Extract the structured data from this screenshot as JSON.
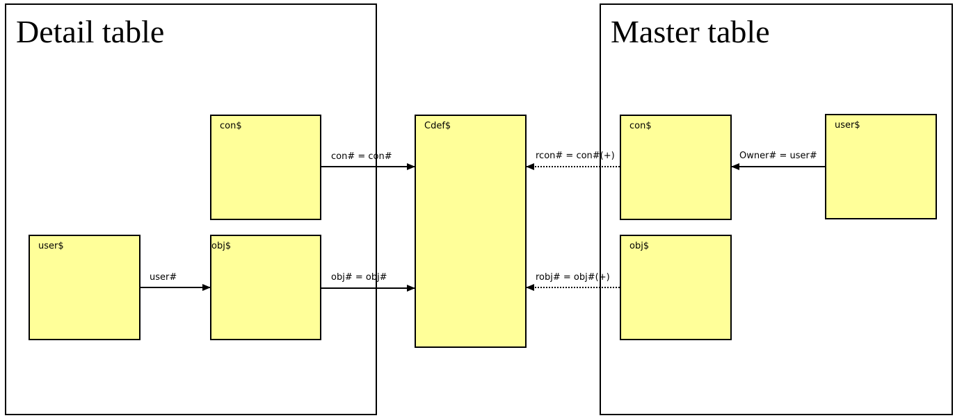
{
  "diagram": {
    "detail": {
      "title": "Detail table",
      "con_label": "con$",
      "user_label": "user$",
      "obj_label": "obj$"
    },
    "center": {
      "cdef_label": "Cdef$"
    },
    "master": {
      "title": "Master table",
      "con_label": "con$",
      "obj_label": "obj$",
      "user_label": "user$"
    },
    "edges": {
      "detail_con_to_cdef": "con# = con#",
      "detail_user_to_obj": "user#",
      "detail_obj_to_cdef": "obj# = obj#",
      "master_con_to_cdef": "rcon# = con#(+)",
      "master_obj_to_cdef": "robj# = obj#(+)",
      "master_user_to_con": "Owner# = user#"
    },
    "colors": {
      "box_fill": "#ffff99",
      "stroke": "#000000"
    }
  }
}
